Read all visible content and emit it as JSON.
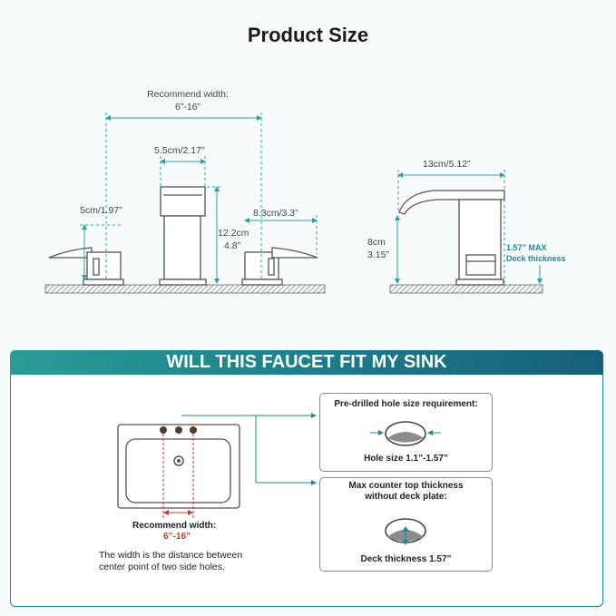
{
  "title": "Product Size",
  "diagram_front": {
    "recommend_label": "Recommend width:",
    "recommend_range": "6”-16”",
    "spout_width": "5.5cm/2.17”",
    "handle_height": "5cm/1.97”",
    "handle_length": "8.3cm/3.3”",
    "spout_height_cm": "12.2cm",
    "spout_height_in": "4.8”"
  },
  "diagram_side": {
    "spout_reach": "13cm/5.12”",
    "height_cm": "8cm",
    "height_in": "3.15”",
    "deck_label_1": "1.57” MAX",
    "deck_label_2": "Deck thickness"
  },
  "fit_section": {
    "banner": "WILL THIS FAUCET FIT MY SINK",
    "sink_recommend_label": "Recommend width:",
    "sink_recommend_range": "6”-16”",
    "note_line1": "The width is the distance between",
    "note_line2": "center point of two side holes.",
    "hole_box": {
      "heading": "Pre-drilled hole size requirement:",
      "caption": "Hole size 1.1”-1.57”"
    },
    "deck_box": {
      "heading_line1": "Max counter top thickness",
      "heading_line2": "without deck plate:",
      "caption": "Deck thickness 1.57”"
    }
  },
  "colors": {
    "teal": "#1a8c9a",
    "dimension": "#2aa1a8",
    "red": "#c43a28",
    "outline": "#555555"
  }
}
